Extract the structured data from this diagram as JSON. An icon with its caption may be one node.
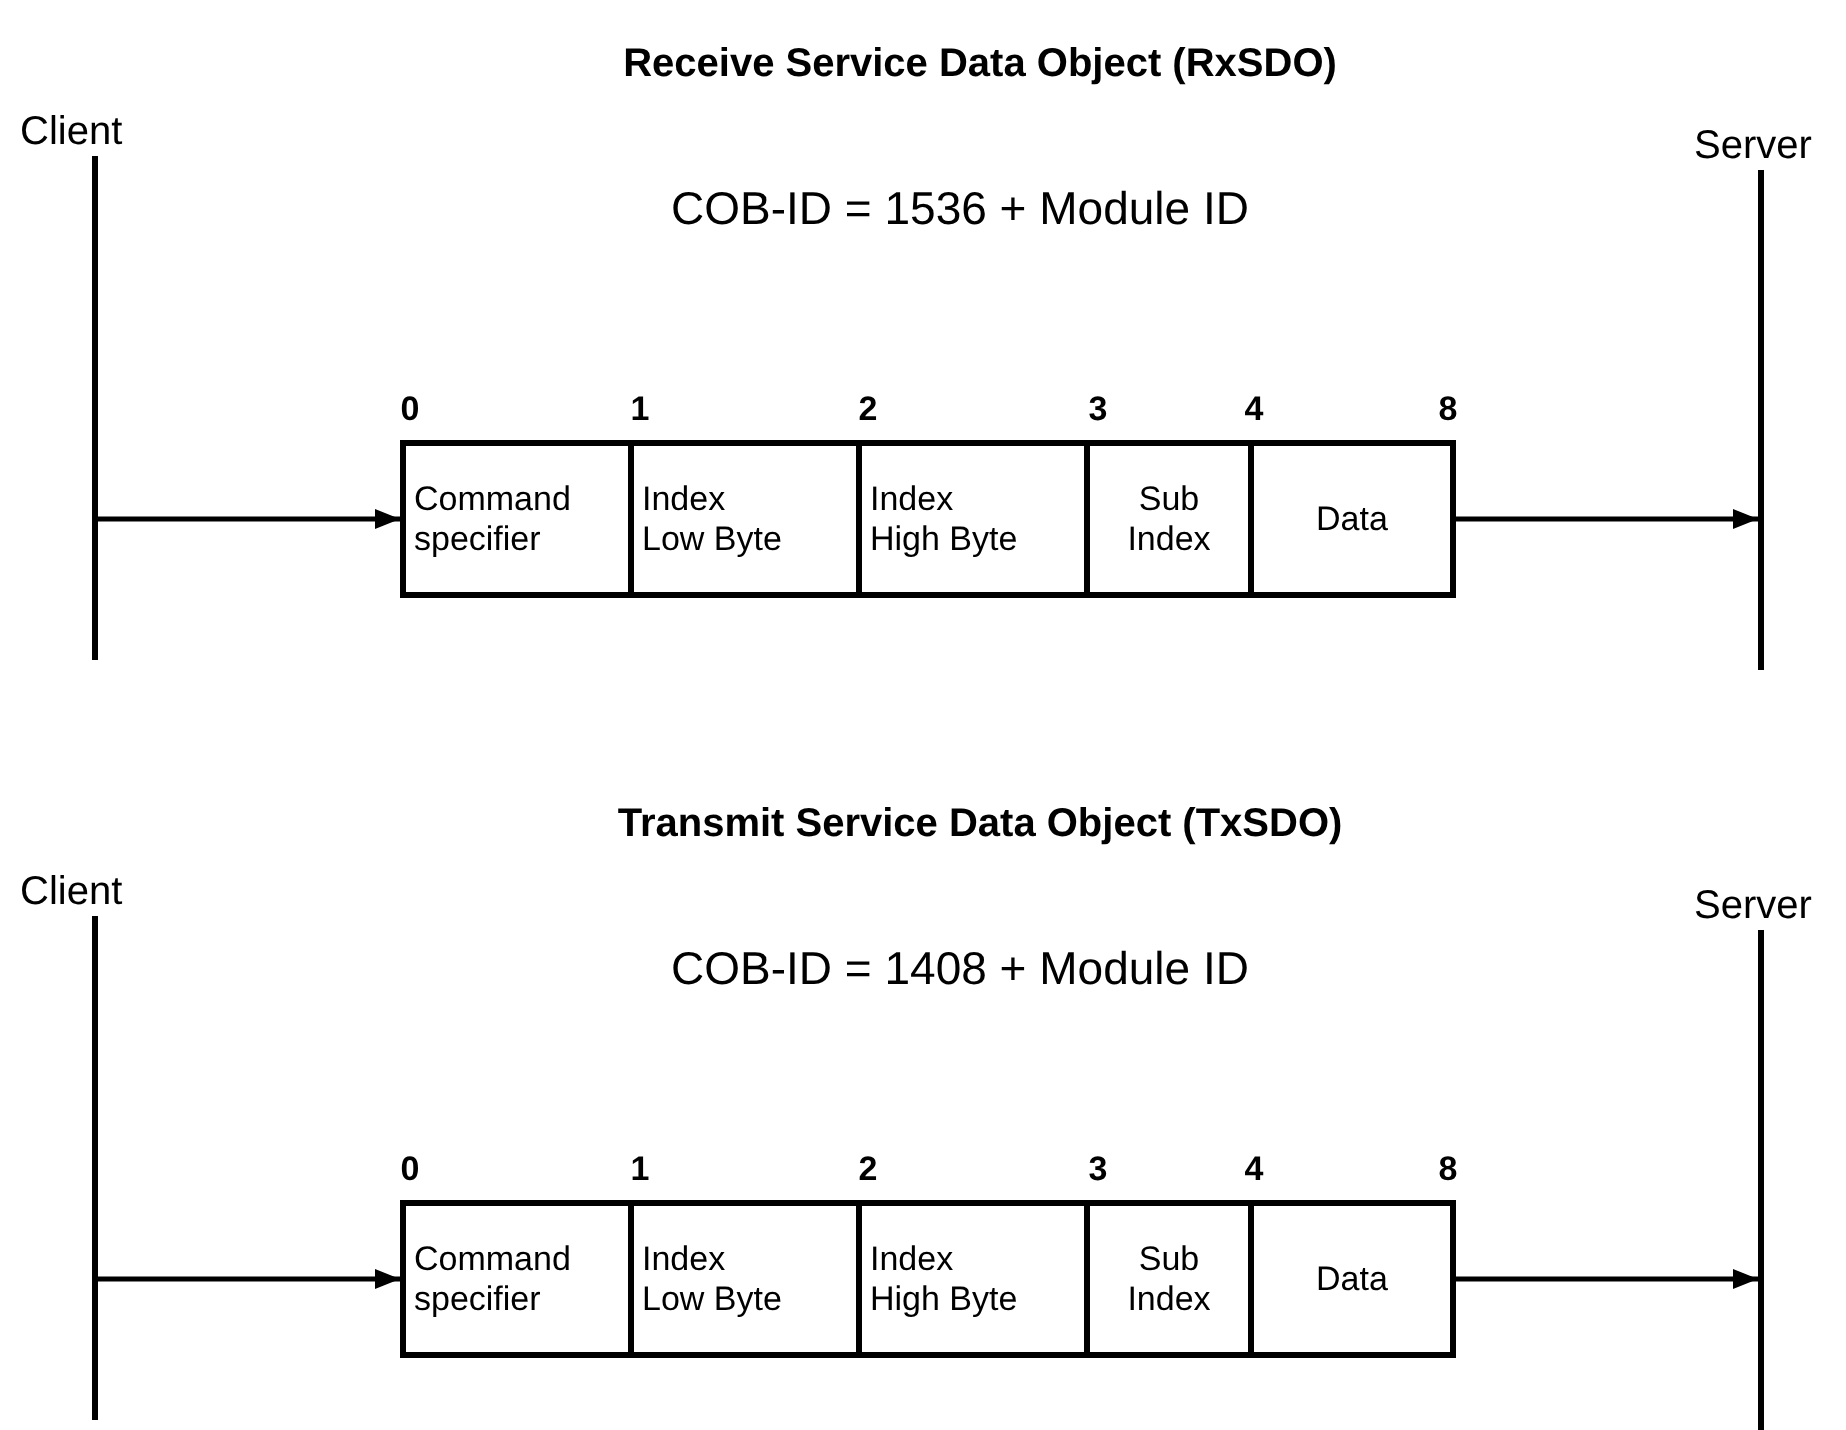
{
  "diagram": {
    "nodes": [
      {
        "text": [
          "Client"
        ]
      },
      {
        "text": [
          "Server"
        ]
      },
      {
        "text": [],
        "shape": "box"
      },
      {
        "text": [
          "Command specifier"
        ],
        "in": 2
      },
      {
        "text": [
          "Index Low Byte"
        ],
        "in": 2
      },
      {
        "text": [
          "Index High Byte"
        ],
        "in": 2
      },
      {
        "text": [
          "Sub Index"
        ],
        "in": 2
      },
      {
        "text": [
          "Data"
        ],
        "in": 2
      },
      {
        "text": [
          "Client"
        ]
      },
      {
        "text": [
          "Server"
        ]
      },
      {
        "text": [],
        "shape": "box"
      },
      {
        "text": [
          "Command specifier"
        ],
        "in": 10
      },
      {
        "text": [
          "Index Low Byte"
        ],
        "in": 10
      },
      {
        "text": [
          "Index High Byte"
        ],
        "in": 10
      },
      {
        "text": [
          "Sub Index"
        ],
        "in": 10
      },
      {
        "text": [
          "Data"
        ],
        "in": 10
      }
    ],
    "edges": [
      {
        "from": 0,
        "to": 2,
        "arrow": "to"
      },
      {
        "from": 2,
        "to": 1,
        "arrow": "to"
      },
      {
        "from": 8,
        "to": 10,
        "arrow": "to"
      },
      {
        "from": 10,
        "to": 9,
        "arrow": "to"
      }
    ],
    "labels": [
      "Receive Service Data Object (RxSDO)",
      "COB-ID = 1536 + Module ID",
      "0",
      "1",
      "2",
      "3",
      "4",
      "8",
      "Transmit Service Data Object (TxSDO)",
      "COB-ID = 1408 + Module ID",
      "0",
      "1",
      "2",
      "3",
      "4",
      "8"
    ]
  }
}
